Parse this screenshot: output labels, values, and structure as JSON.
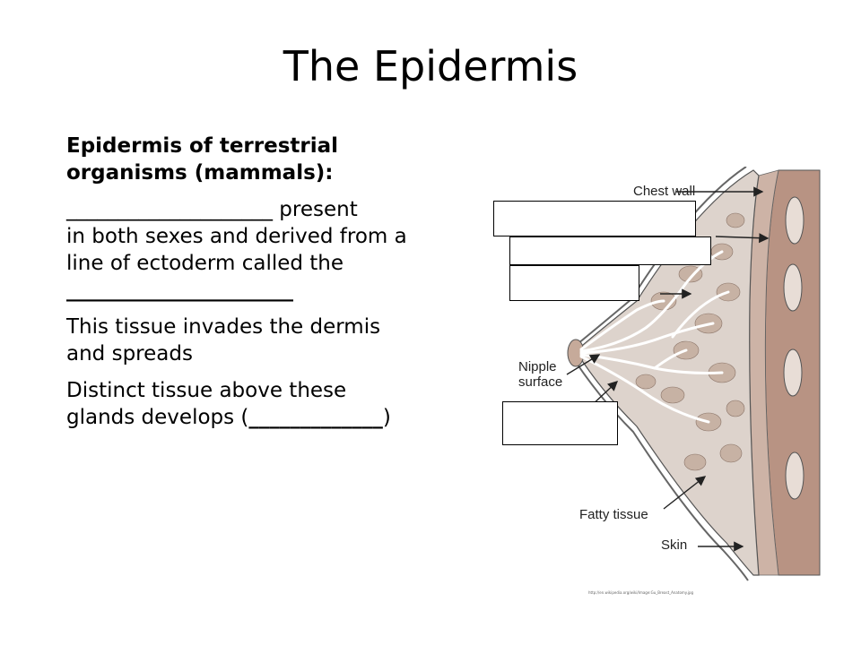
{
  "slide": {
    "title": "The Epidermis",
    "heading_line1": "Epidermis of terrestrial",
    "heading_line2": "organisms (mammals):",
    "para1_blank": "____________________",
    "para1_text_a": " present",
    "para1_text_b": "in both sexes and derived from a",
    "para1_text_c": "line of ectoderm called the",
    "para1_blank2": "______________________",
    "para2_line1": "This tissue invades the dermis",
    "para2_line2": "and spreads",
    "para3_line1": "Distinct tissue above these",
    "para3_line2_a": "glands develops (",
    "para3_blank": "_____________",
    "para3_line2_b": ")"
  },
  "diagram": {
    "labels": {
      "chest_wall": "Chest wall",
      "nipple_line1": "Nipple",
      "nipple_line2": "surface",
      "fatty_tissue": "Fatty tissue",
      "skin": "Skin"
    },
    "credit": "http://en.wikipedia.org/wiki/Image:Gu_Breast_Anatomy.jpg",
    "colors": {
      "tissue": "#d9cfc8",
      "lobule": "#c7b2a4",
      "duct": "#ffffff",
      "muscle": "#b89383"
    }
  }
}
